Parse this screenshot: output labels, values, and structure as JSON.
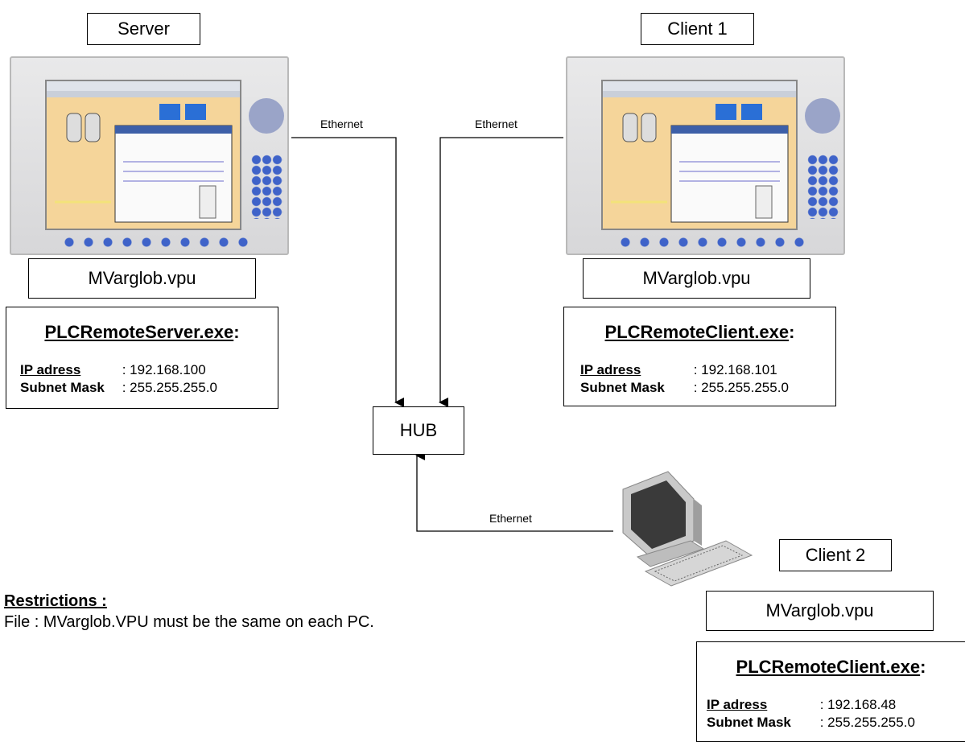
{
  "server": {
    "title": "Server",
    "file": "MVarglob.vpu",
    "exe": "PLCRemoteServer.exe",
    "ip_label": "IP adress",
    "ip_value": ": 192.168.100",
    "mask_label": "Subnet Mask",
    "mask_value": ": 255.255.255.0"
  },
  "client1": {
    "title": "Client 1",
    "file": "MVarglob.vpu",
    "exe": "PLCRemoteClient.exe",
    "ip_label": "IP adress",
    "ip_value": ": 192.168.101",
    "mask_label": "Subnet Mask",
    "mask_value": ": 255.255.255.0"
  },
  "client2": {
    "title": "Client 2",
    "file": "MVarglob.vpu",
    "exe": "PLCRemoteClient.exe",
    "ip_label": "IP adress",
    "ip_value": ": 192.168.48",
    "mask_label": "Subnet Mask",
    "mask_value": ": 255.255.255.0"
  },
  "hub": "HUB",
  "links": [
    "Ethernet",
    "Ethernet",
    "Ethernet"
  ],
  "restrictions": {
    "heading": "Restrictions :",
    "text": "File : MVarglob.VPU must be the same on each PC."
  },
  "colors": {
    "line": "#000000",
    "panel_bezel": "#dcdcde",
    "screen": "#f5d59a",
    "key_blue": "#3f63c9"
  }
}
